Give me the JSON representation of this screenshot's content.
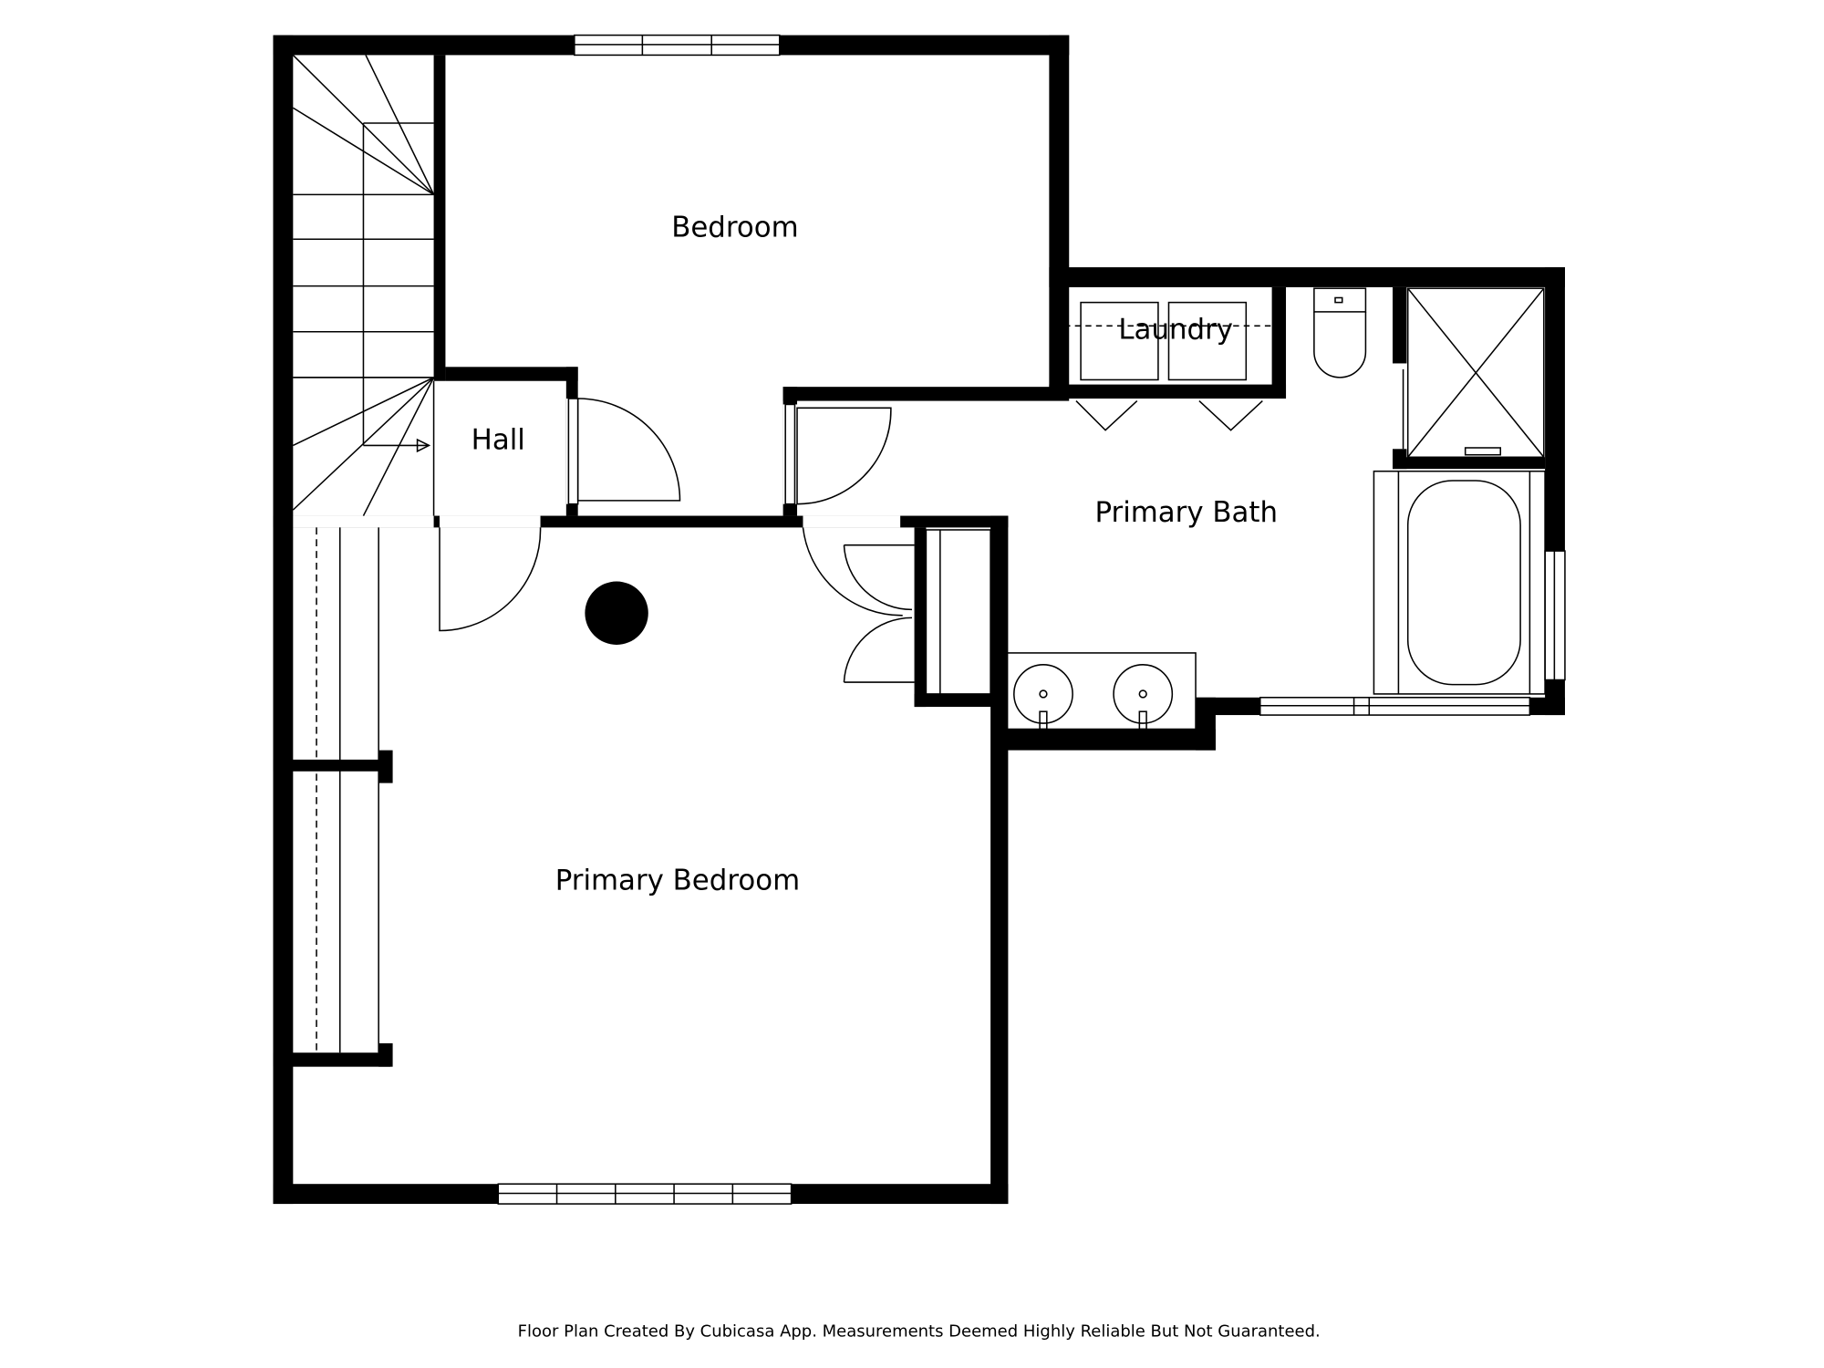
{
  "rooms": {
    "bedroom": "Bedroom",
    "laundry": "Laundry",
    "hall": "Hall",
    "primary_bath": "Primary Bath",
    "primary_bedroom": "Primary Bedroom"
  },
  "footer": "Floor Plan Created By Cubicasa App. Measurements Deemed Highly Reliable But Not Guaranteed.",
  "colors": {
    "wall": "#000000",
    "background": "#ffffff"
  }
}
